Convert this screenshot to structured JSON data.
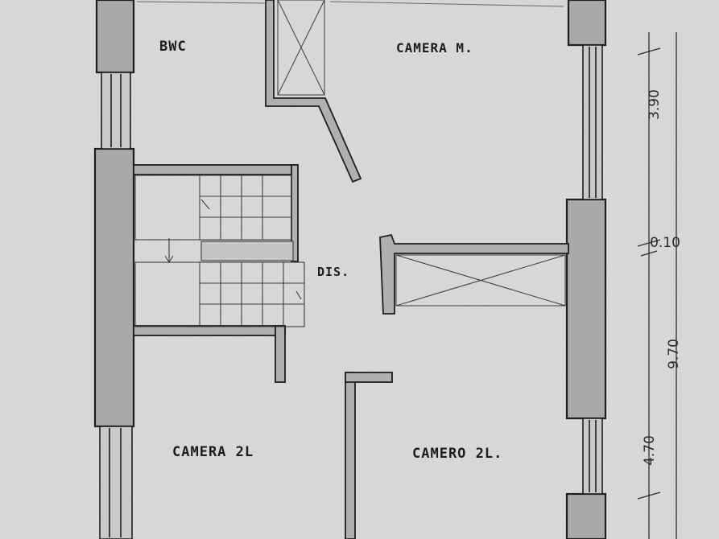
{
  "rooms": {
    "bwc": "BWC",
    "camera_m": "CAMERA M.",
    "dis": "DIS.",
    "camera_2l_left": "CAMERA 2L",
    "camera_2l_right": "CAMERO 2L."
  },
  "dimensions": {
    "top_span": "3.90",
    "wall_note": "0.10",
    "total_span": "9.70",
    "bottom_span": "4.70"
  },
  "colors": {
    "paper": "#d9d9d9",
    "wall_fill": "#a9a9a9",
    "ink": "#1e1e1e"
  }
}
